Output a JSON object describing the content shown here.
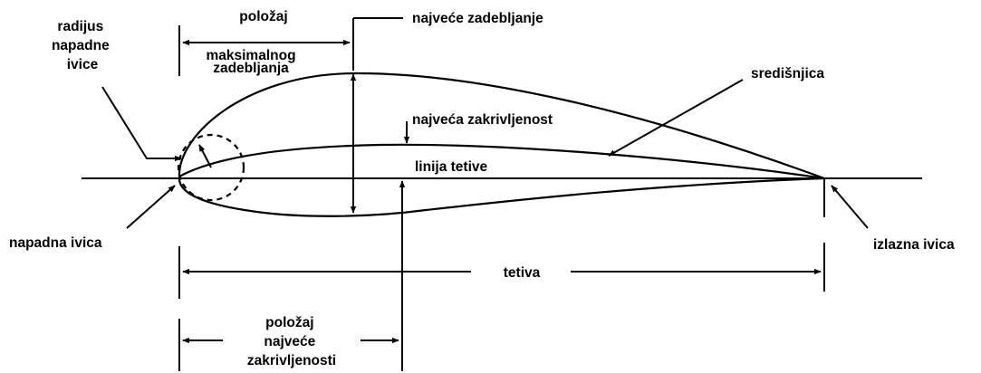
{
  "labels": {
    "leading_edge_radius": [
      "radijus",
      "napadne",
      "ivice"
    ],
    "max_thickness_position": [
      "položaj",
      "maksimalnog",
      "zadebljanja"
    ],
    "max_thickness": "najveće zadebljanje",
    "mean_camber_line": "središnjica",
    "max_camber": "najveća zakrivljenost",
    "chord_line": "linija tetive",
    "leading_edge": "napadna ivica",
    "trailing_edge": "izlazna ivica",
    "chord": "tetiva",
    "max_camber_position": [
      "položaj",
      "najveće",
      "zakrivljenosti"
    ]
  },
  "colors": {
    "ink": "#000000",
    "background": "#ffffff"
  }
}
